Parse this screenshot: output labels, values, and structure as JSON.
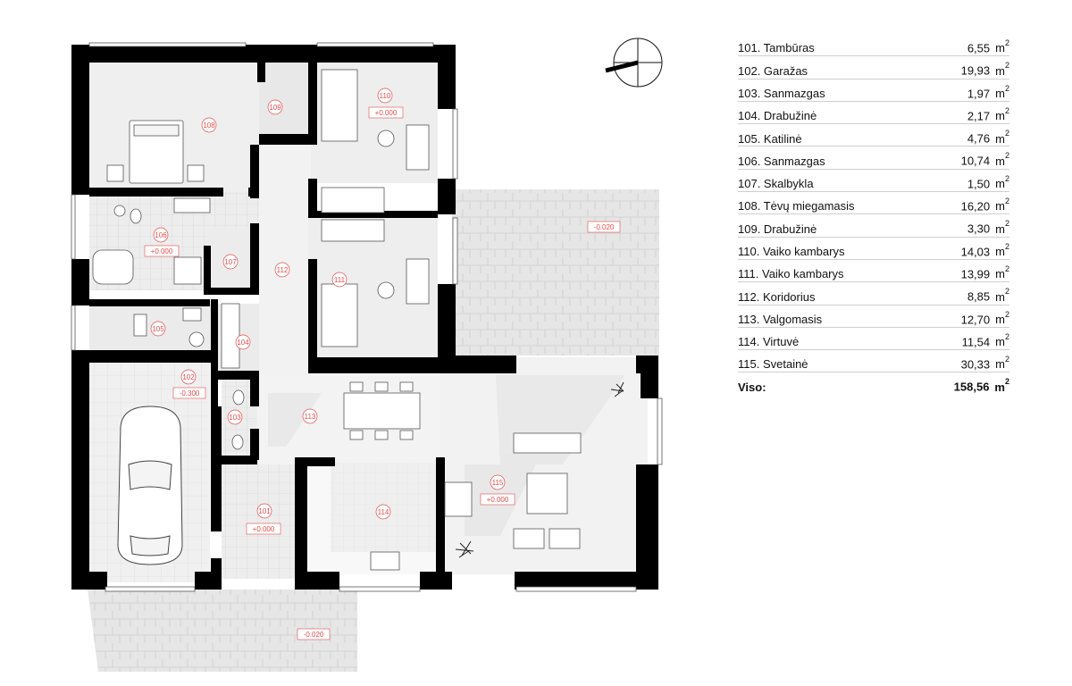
{
  "rooms": [
    {
      "id": "101",
      "name": "Tambūras",
      "area": "6,55"
    },
    {
      "id": "102",
      "name": "Garažas",
      "area": "19,93"
    },
    {
      "id": "103",
      "name": "Sanmazgas",
      "area": "1,97"
    },
    {
      "id": "104",
      "name": "Drabužinė",
      "area": "2,17"
    },
    {
      "id": "105",
      "name": "Katilinė",
      "area": "4,76"
    },
    {
      "id": "106",
      "name": "Sanmazgas",
      "area": "10,74"
    },
    {
      "id": "107",
      "name": "Skalbykla",
      "area": "1,50"
    },
    {
      "id": "108",
      "name": "Tėvų miegamasis",
      "area": "16,20"
    },
    {
      "id": "109",
      "name": "Drabužinė",
      "area": "3,30"
    },
    {
      "id": "110",
      "name": "Vaiko kambarys",
      "area": "14,03"
    },
    {
      "id": "111",
      "name": "Vaiko kambarys",
      "area": "13,99"
    },
    {
      "id": "112",
      "name": "Koridorius",
      "area": "8,85"
    },
    {
      "id": "113",
      "name": "Valgomasis",
      "area": "12,70"
    },
    {
      "id": "114",
      "name": "Virtuvė",
      "area": "11,54"
    },
    {
      "id": "115",
      "name": "Svetainė",
      "area": "30,33"
    }
  ],
  "total": {
    "label": "Viso:",
    "area": "158,56"
  },
  "unit": "m",
  "unit_exp": "2",
  "plan_labels": {
    "r101": "101",
    "r102": "102",
    "r103": "103",
    "r104": "104",
    "r105": "105",
    "r106": "106",
    "r107": "107",
    "r108": "108",
    "r109": "109",
    "r110": "110",
    "r111": "111",
    "r112": "112",
    "r113": "113",
    "r114": "114",
    "r115": "115"
  },
  "elevations": {
    "e101": "+0.000",
    "e102": "-0.300",
    "e106": "+0.000",
    "e110": "+0.000",
    "e115": "+0.000",
    "terrace": "-0.020",
    "entrance": "-0.020"
  },
  "colors": {
    "wall": "#000000",
    "floor": "#ebebeb",
    "paving": "#e4e4e4",
    "label": "#e24b4b"
  },
  "icons": {
    "compass": "north-arrow-icon"
  }
}
